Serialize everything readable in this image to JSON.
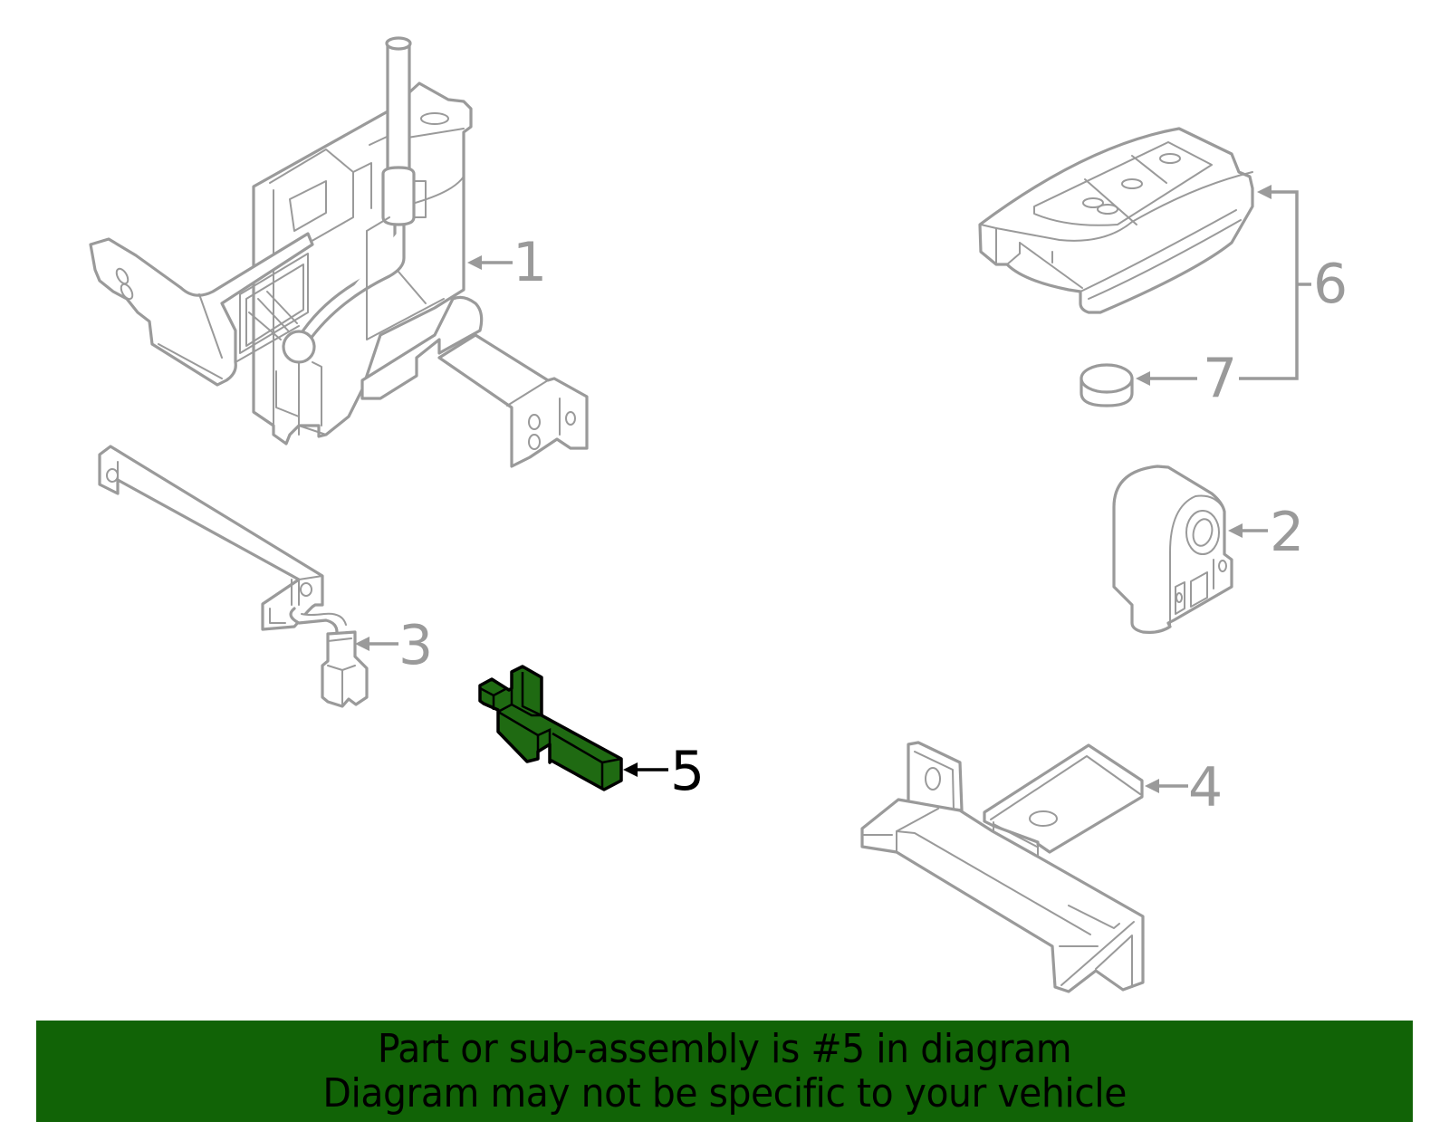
{
  "diagram": {
    "highlighted_part": "5",
    "highlight_color": "#1f6a12",
    "line_color": "#9a9a9a",
    "callouts": [
      {
        "id": "1",
        "label": "1",
        "part": "control-module-bracket-assembly"
      },
      {
        "id": "2",
        "label": "2",
        "part": "round-sensor-unit"
      },
      {
        "id": "3",
        "label": "3",
        "part": "antenna-with-connector"
      },
      {
        "id": "4",
        "label": "4",
        "part": "bracket-with-plate"
      },
      {
        "id": "5",
        "label": "5",
        "part": "highlighted-small-bracket"
      },
      {
        "id": "6",
        "label": "6",
        "part": "key-fob-transmitter"
      },
      {
        "id": "7",
        "label": "7",
        "part": "coin-battery"
      }
    ]
  },
  "banner": {
    "background": "#116306",
    "line1": "Part or sub-assembly is #5 in diagram",
    "line2": "Diagram may not be specific to your vehicle"
  }
}
